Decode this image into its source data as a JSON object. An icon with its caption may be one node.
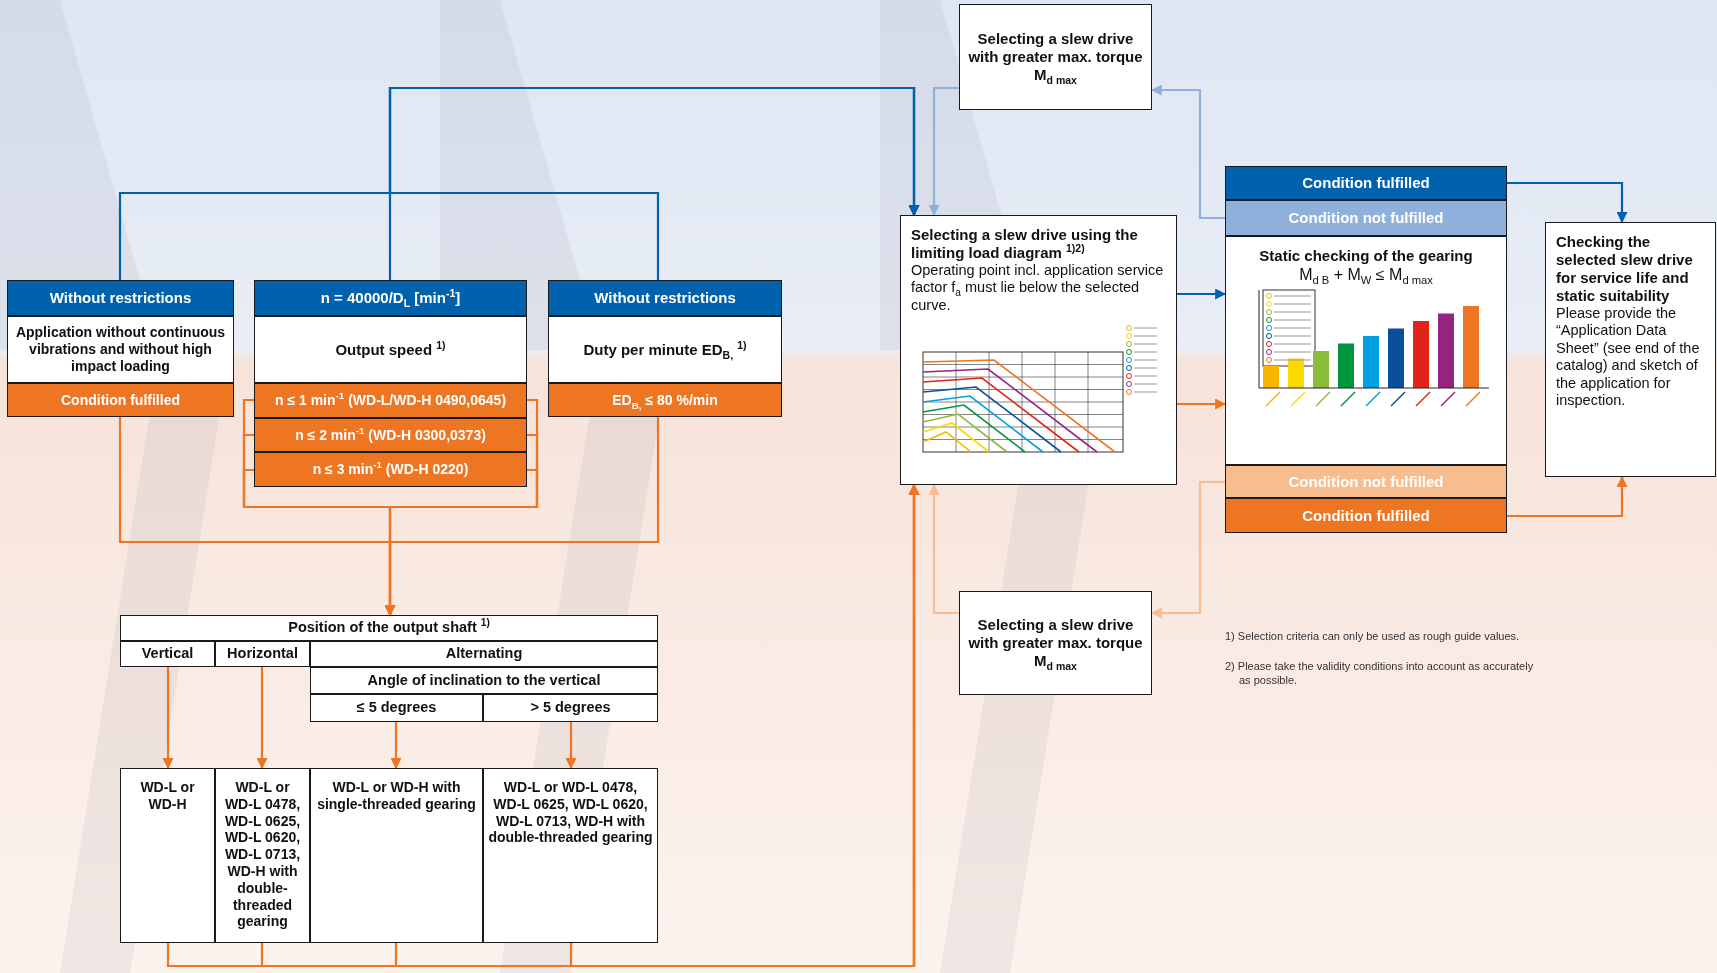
{
  "diagram": {
    "nodes": [
      {
        "text": [
          "Without restrictions"
        ]
      },
      {
        "text": [
          "Application without continuous vibrations and without high impact loading"
        ]
      },
      {
        "text": [
          "Condition fulfilled"
        ]
      },
      {
        "text": [
          "n = 40000/D$_{L}$ [min$^{-1}$]"
        ]
      },
      {
        "text": [
          "Output speed $^{1)}$"
        ]
      },
      {
        "text": [
          "n ≤ 1 min$^{-1}$ (WD-L/WD-H 0490,0645)"
        ]
      },
      {
        "text": [
          "n ≤ 2 min$^{-1}$ (WD-H 0300,0373)"
        ]
      },
      {
        "text": [
          "n ≤ 3 min$^{-1}$ (WD-H 0220)"
        ]
      },
      {
        "text": [
          "Without restrictions"
        ]
      },
      {
        "text": [
          "Duty per minute ED$_{B,}$ $^{1)}$"
        ]
      },
      {
        "text": [
          "ED$_{B,}$ ≤ 80 %/min"
        ]
      },
      {
        "text": [
          "Position of the output shaft $^{1)}$"
        ]
      },
      {
        "text": [
          "Vertical"
        ]
      },
      {
        "text": [
          "Horizontal"
        ]
      },
      {
        "text": [
          "Alternating"
        ]
      },
      {
        "text": [
          "Angle of inclination to the vertical"
        ]
      },
      {
        "text": [
          "≤ 5 degrees"
        ]
      },
      {
        "text": [
          "> 5 degrees"
        ]
      },
      {
        "text": [
          "WD-L or WD-H"
        ]
      },
      {
        "text": [
          "WD-L or WD-L 0478, WD-L 0625, WD-L 0620, WD-L 0713, WD-H with double-threaded gearing"
        ]
      },
      {
        "text": [
          "WD-L or WD-H with single-threaded gearing"
        ]
      },
      {
        "text": [
          "WD-L or WD-L 0478, WD-L 0625, WD-L 0620, WD-L 0713, WD-H with double-threaded gearing"
        ]
      },
      {
        "text": [
          "Selecting a slew drive with greater max. torque M$_{d max}$"
        ]
      },
      {
        "text": [
          "Selecting a slew drive using the limiting load diagram $^{1)2)}$",
          "Operating point incl. application service factor f$_{a}$ must lie below the selected curve."
        ]
      },
      {
        "text": [
          "Condition fulfilled"
        ]
      },
      {
        "text": [
          "Condition not fulfilled"
        ]
      },
      {
        "text": [
          "Static checking of the gearing",
          "M$_{d B}$ + M$_{W}$ ≤ M$_{d max}$"
        ]
      },
      {
        "text": [
          "Condition not fulfilled"
        ]
      },
      {
        "text": [
          "Condition fulfilled"
        ]
      },
      {
        "text": [
          "Checking the selected slew drive for service life and static suitability",
          "Please provide the “Application Data Sheet” (see end of the catalog) and sketch of the application for inspection."
        ]
      },
      {
        "text": [
          "Selecting a slew drive with greater max. torque M$_{d max}$"
        ]
      }
    ],
    "edges": [
      {
        "from": 0,
        "to": 23,
        "arrow": "to",
        "color": "#0062ad"
      },
      {
        "from": 3,
        "to": 23,
        "arrow": "to",
        "color": "#0062ad"
      },
      {
        "from": 8,
        "to": 23,
        "arrow": "to",
        "color": "#0062ad"
      },
      {
        "from": 22,
        "to": 23,
        "arrow": "to",
        "color": "#8fb0dd"
      },
      {
        "from": 25,
        "to": 22,
        "arrow": "to",
        "color": "#8fb0dd"
      },
      {
        "from": 23,
        "to": 26,
        "arrow": "to",
        "color": "#0062ad"
      },
      {
        "from": 23,
        "to": 26,
        "arrow": "to"
      },
      {
        "from": 24,
        "to": 29,
        "arrow": "to",
        "color": "#0062ad"
      },
      {
        "from": 28,
        "to": 29,
        "arrow": "to"
      },
      {
        "from": 27,
        "to": 30,
        "arrow": "to",
        "color": "#f7bd8f"
      },
      {
        "from": 30,
        "to": 23,
        "arrow": "to",
        "color": "#f7bd8f"
      },
      {
        "from": 2,
        "to": 11,
        "arrow": "to"
      },
      {
        "from": 5,
        "to": 11,
        "arrow": "to"
      },
      {
        "from": 6,
        "to": 11,
        "arrow": "to"
      },
      {
        "from": 7,
        "to": 11,
        "arrow": "to"
      },
      {
        "from": 10,
        "to": 11,
        "arrow": "to"
      },
      {
        "from": 12,
        "to": 18,
        "arrow": "to"
      },
      {
        "from": 13,
        "to": 19,
        "arrow": "to"
      },
      {
        "from": 16,
        "to": 20,
        "arrow": "to"
      },
      {
        "from": 17,
        "to": 21,
        "arrow": "to"
      },
      {
        "from": 18,
        "to": 23,
        "arrow": "to"
      },
      {
        "from": 19,
        "to": 23,
        "arrow": "to"
      },
      {
        "from": 20,
        "to": 23,
        "arrow": "to"
      },
      {
        "from": 21,
        "to": 23,
        "arrow": "to"
      }
    ],
    "labels": [
      "1) Selection criteria can only be used as rough guide values.",
      "2) Please take the validity conditions into account as accurately as possible."
    ]
  }
}
